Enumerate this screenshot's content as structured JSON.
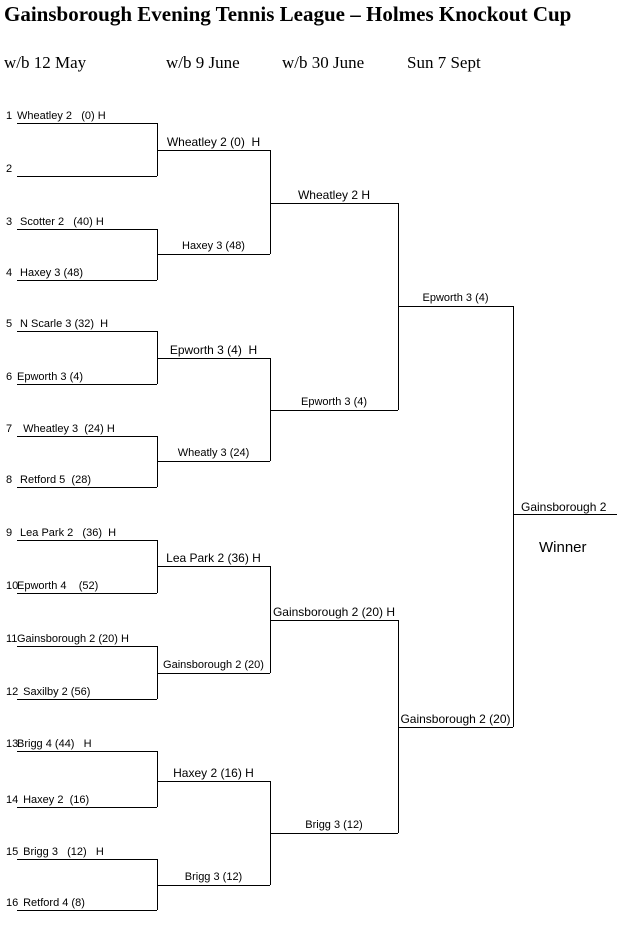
{
  "title": "Gainsborough Evening Tennis League – Holmes Knockout Cup",
  "rounds": [
    "w/b 12 May",
    "w/b 9 June",
    "w/b 30 June",
    "Sun 7 Sept"
  ],
  "round1": [
    {
      "seed": "1",
      "team": "Wheatley 2   (0) H"
    },
    {
      "seed": "2",
      "team": ""
    },
    {
      "seed": "3",
      "team": " Scotter 2   (40) H"
    },
    {
      "seed": "4",
      "team": " Haxey 3 (48)"
    },
    {
      "seed": "5",
      "team": " N Scarle 3 (32)  H"
    },
    {
      "seed": "6",
      "team": "Epworth 3 (4)"
    },
    {
      "seed": "7",
      "team": "  Wheatley 3  (24) H"
    },
    {
      "seed": "8",
      "team": " Retford 5  (28)"
    },
    {
      "seed": "9",
      "team": " Lea Park 2   (36)  H"
    },
    {
      "seed": "10",
      "team": "Epworth 4    (52)"
    },
    {
      "seed": "11",
      "team": "Gainsborough 2 (20) H"
    },
    {
      "seed": "12",
      "team": "  Saxilby 2 (56)"
    },
    {
      "seed": "13",
      "team": "Brigg 4 (44)   H"
    },
    {
      "seed": "14",
      "team": "  Haxey 2  (16)"
    },
    {
      "seed": "15",
      "team": "  Brigg 3   (12)   H"
    },
    {
      "seed": "16",
      "team": "  Retford 4 (8)"
    }
  ],
  "round2": [
    "Wheatley 2 (0)  H",
    "Haxey 3 (48)",
    "Epworth 3 (4)  H",
    "Wheatly 3 (24)",
    "Lea Park 2 (36) H",
    "Gainsborough 2 (20)",
    "Haxey 2 (16) H",
    "Brigg 3 (12)"
  ],
  "round3": [
    "Wheatley 2 H",
    "Epworth 3 (4)",
    "Gainsborough 2 (20) H",
    "Brigg 3 (12)"
  ],
  "round4": [
    "Epworth 3 (4)",
    "Gainsborough 2 (20)"
  ],
  "final": "Gainsborough 2",
  "winner_label": "Winner"
}
